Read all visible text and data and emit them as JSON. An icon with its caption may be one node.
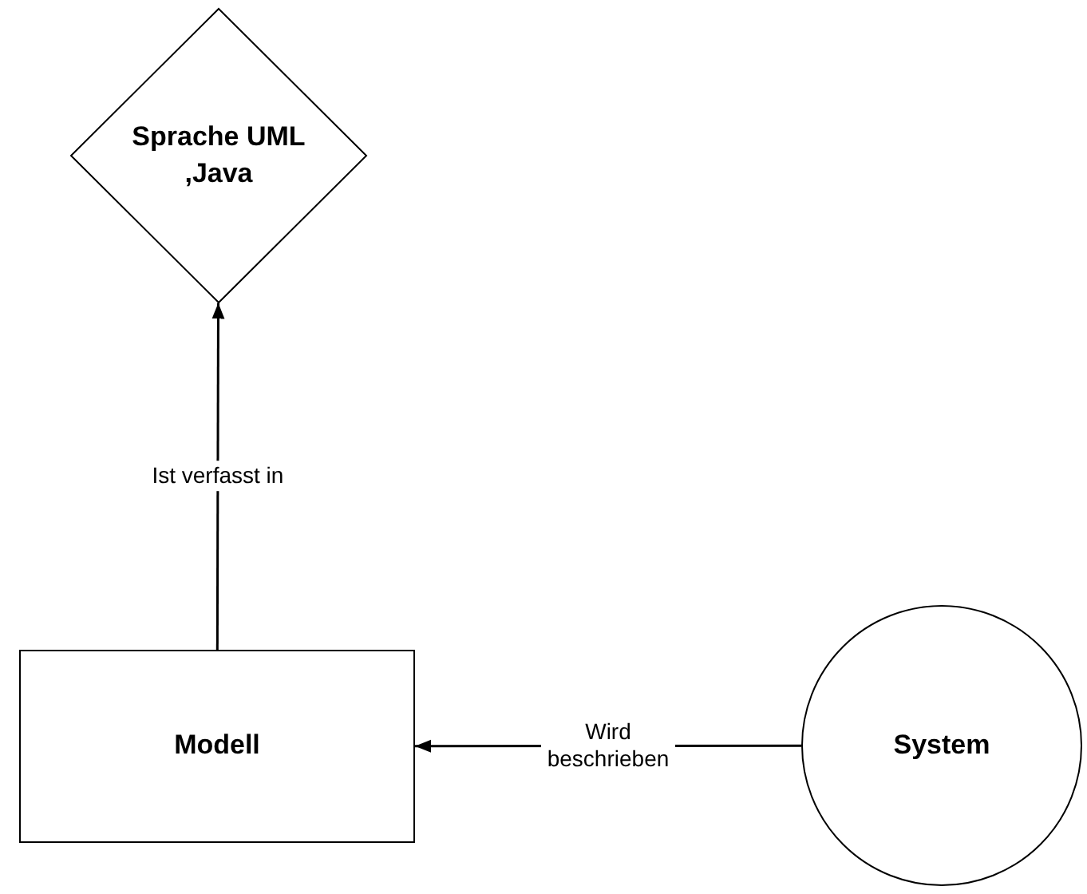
{
  "diagram": {
    "nodes": [
      {
        "text": [
          "Sprache UML ,Java"
        ]
      },
      {
        "text": [
          "Modell"
        ]
      },
      {
        "text": [
          "System"
        ]
      }
    ],
    "edges": [
      {
        "from": 1,
        "to": 0,
        "arrow": "to",
        "label": "Ist verfasst in"
      },
      {
        "from": 2,
        "to": 1,
        "arrow": "to",
        "label": "Wird beschrieben"
      }
    ]
  }
}
